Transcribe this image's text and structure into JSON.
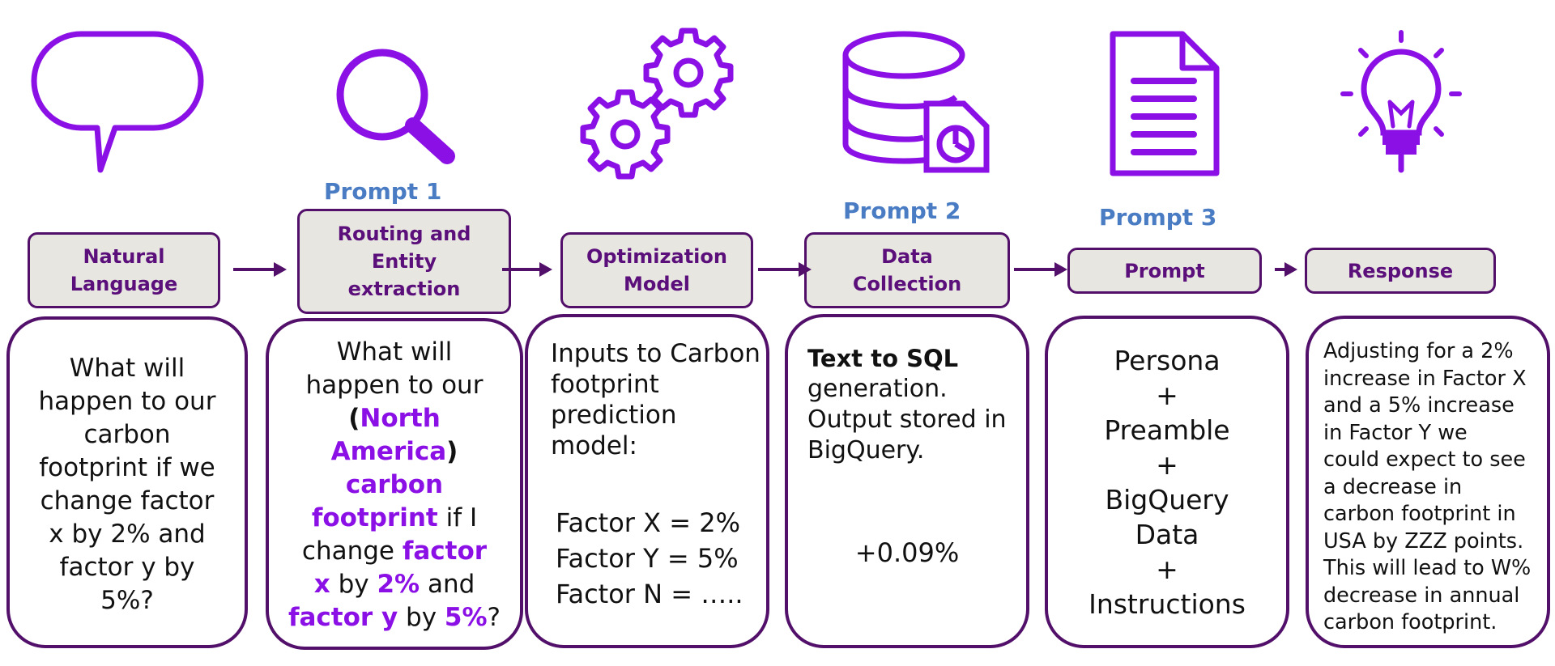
{
  "prompt_labels": [
    "Prompt 1",
    "Prompt 2",
    "Prompt 3"
  ],
  "stages": [
    "Natural Language",
    "Routing and Entity extraction",
    "Optimization Model",
    "Data Collection",
    "Prompt",
    "Response"
  ],
  "icons": [
    "speech-bubble-icon",
    "magnifier-icon",
    "gears-icon",
    "database-chart-icon",
    "document-icon",
    "lightbulb-icon"
  ],
  "colors": {
    "accent": "#8b10e6",
    "border": "#52106a",
    "prompt_label": "#4a7cc4",
    "stage_fill": "#e8e6e1"
  },
  "cards": {
    "natural_language": [
      "What will",
      "happen to our",
      "carbon",
      "footprint if we",
      "change factor",
      "x by 2% and",
      "factor y by",
      "5%?"
    ],
    "routing": {
      "l1": "What will",
      "l2": "happen to our",
      "l3a": "(",
      "l3b": "North",
      "l4a": "America",
      "l4b": ")",
      "l5": "carbon",
      "l6a": "footprint",
      "l6b": " if I",
      "l7a": "change ",
      "l7b": "factor",
      "l8a": "x",
      "l8b": " by ",
      "l8c": "2%",
      "l8d": " and",
      "l9a": "factor y",
      "l9b": " by ",
      "l9c": "5%",
      "l9d": "?"
    },
    "optimization": {
      "intro": [
        "Inputs to Carbon",
        "footprint",
        "prediction",
        "model:"
      ],
      "factors": [
        "Factor X = 2%",
        "Factor Y = 5%",
        "Factor N = ….."
      ]
    },
    "data_collection": {
      "bold": "Text to SQL",
      "lines": [
        "generation.",
        "Output stored in",
        "BigQuery."
      ],
      "value": "+0.09%"
    },
    "prompt": [
      "Persona",
      "+",
      "Preamble",
      "+",
      "BigQuery",
      "Data",
      "+",
      "Instructions"
    ],
    "response": [
      "Adjusting for a 2%",
      "increase in Factor X",
      "and a 5% increase",
      "in Factor Y we",
      "could expect to see",
      "a decrease in",
      "carbon footprint in",
      "USA by ZZZ points.",
      "This will lead to W%",
      "decrease in annual",
      "carbon footprint."
    ]
  }
}
